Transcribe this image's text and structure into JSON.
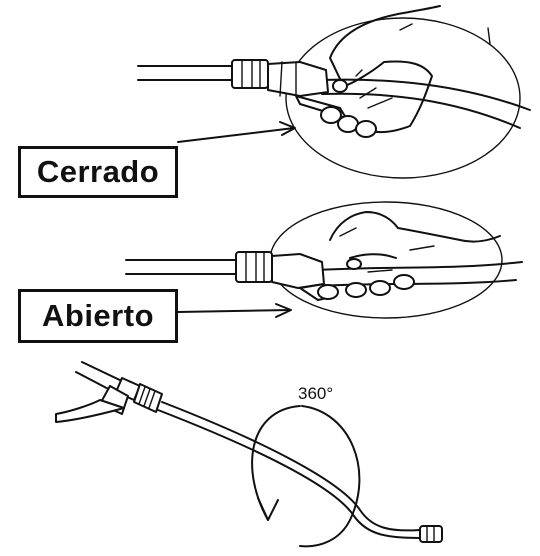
{
  "labels": {
    "closed": "Cerrado",
    "open": "Abierto",
    "rotation": "360°"
  },
  "icons": [
    "hand-closed-grip",
    "hand-open-grip",
    "spray-wand",
    "rotation-arrow"
  ]
}
